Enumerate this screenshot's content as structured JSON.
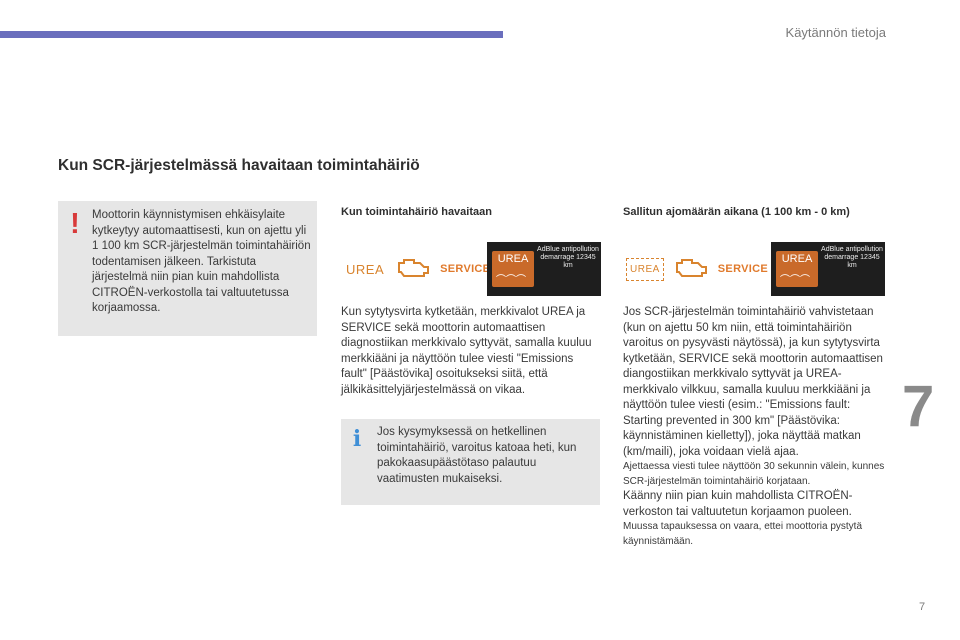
{
  "header": {
    "title": "Käytännön tietoja",
    "chapter_number": "7",
    "page_number": "7"
  },
  "section_title": "Kun SCR-järjestelmässä havaitaan toimintahäiriö",
  "warning_box": {
    "text": "Moottorin käynnistymisen ehkäisylaite kytkeytyy automaattisesti, kun on ajettu yli 1 100 km SCR-järjestelmän toimintahäiriön todentamisen jälkeen. Tarkistuta järjestelmä niin pian kuin mahdollista CITROËN-verkostolla tai valtuutetussa korjaamossa."
  },
  "col_mid": {
    "heading": "Kun toimintahäiriö havaitaan",
    "urea_label": "UREA",
    "service_label": "SERVICE",
    "display": {
      "urea": "UREA",
      "message": "AdBlue antipollution demarrage 12345 km"
    },
    "body": "Kun sytytysvirta kytketään, merkkivalot UREA ja SERVICE sekä moottorin automaattisen diagnostiikan merkkivalo syttyvät, samalla kuuluu merkkiääni ja näyttöön tulee viesti \"Emissions fault\" [Päästövika] osoitukseksi siitä, että jälkikäsittelyjärjestelmässä on vikaa.",
    "info_text": "Jos kysymyksessä on hetkellinen toimintahäiriö, varoitus katoaa heti, kun pakokaasupäästötaso palautuu vaatimusten mukaiseksi."
  },
  "col_right": {
    "heading": "Sallitun ajomäärän aikana (1 100 km - 0 km)",
    "urea_label": "UREA",
    "service_label": "SERVICE",
    "display": {
      "urea": "UREA",
      "message": "AdBlue antipollution demarrage 12345 km"
    },
    "para1": "Jos SCR-järjestelmän toimintahäiriö vahvistetaan (kun on ajettu 50 km niin, että toimintahäiriön varoitus on pysyvästi näytössä), ja kun sytytysvirta kytketään, SERVICE sekä moottorin automaattisen diangostiikan merkkivalo syttyvät ja UREA-merkkivalo vilkkuu, samalla kuuluu merkkiääni ja näyttöön tulee viesti (esim.: \"Emissions fault: Starting prevented in 300 km\" [Päästövika: käynnistäminen kielletty]), joka näyttää matkan (km/maili), joka voidaan vielä ajaa.",
    "para2": "Ajettaessa viesti tulee näyttöön 30 sekunnin välein, kunnes SCR-järjestelmän toimintahäiriö korjataan.",
    "para3": "Käänny niin pian kuin mahdollista CITROËN-verkoston tai valtuutetun korjaamon puoleen.",
    "para4": "Muussa tapauksessa on vaara, ettei moottoria pystytä käynnistämään."
  },
  "colors": {
    "accent_bar": "#6a6ebd",
    "warning": "#d83a3a",
    "info": "#3f8fd6",
    "indicator": "#d9842e"
  }
}
